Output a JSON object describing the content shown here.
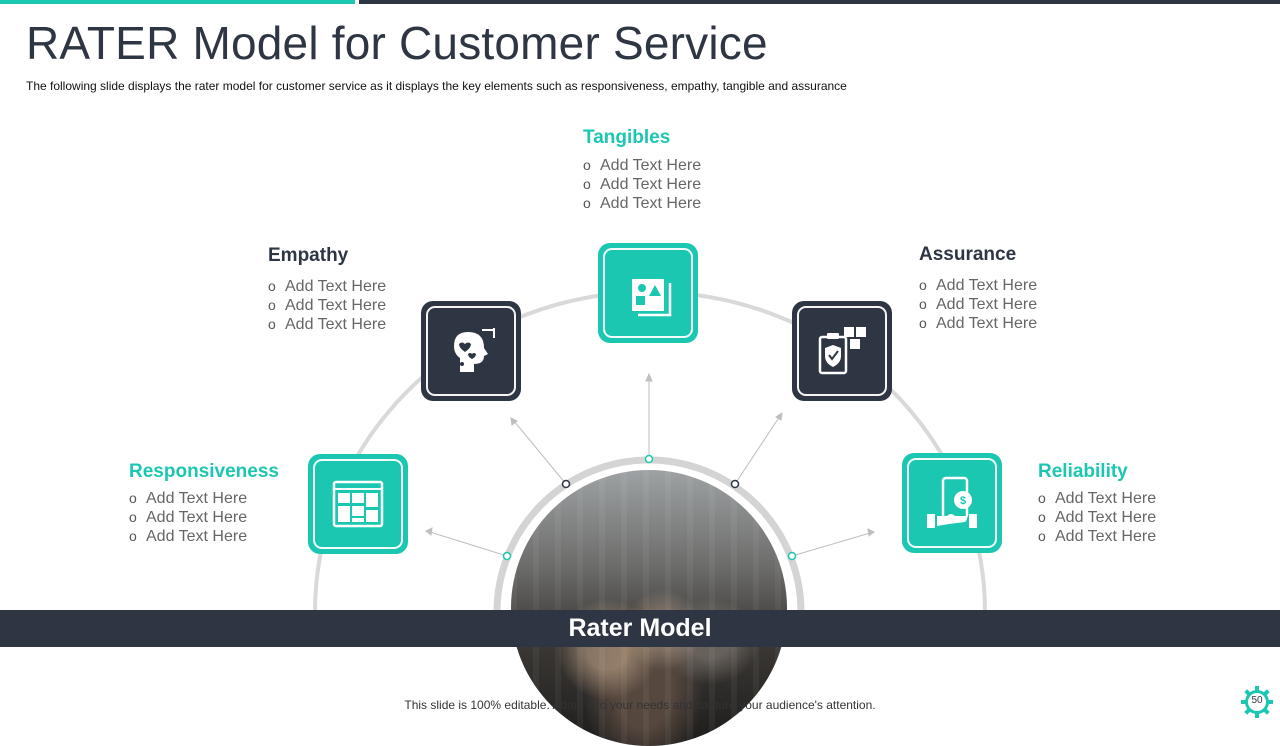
{
  "slide": {
    "title": "RATER Model for Customer Service",
    "subtitle": "The following  slide displays the rater model for customer service  as it displays the key elements such as responsiveness,  empathy, tangible and assurance",
    "center_label": "Rater Model",
    "footer": "This slide is 100% editable. Adapt it to your needs and capture your audience's attention.",
    "page_number": "50"
  },
  "colors": {
    "teal": "#1cc7b1",
    "dark": "#2e3543"
  },
  "elements": [
    {
      "key": "tangibles",
      "heading": "Tangibles",
      "icon": "shapes-icon",
      "bullets": [
        "Add Text Here",
        "Add Text Here",
        "Add Text Here"
      ]
    },
    {
      "key": "empathy",
      "heading": "Empathy",
      "icon": "head-hearts-icon",
      "bullets": [
        "Add Text Here",
        "Add Text Here",
        "Add Text Here"
      ]
    },
    {
      "key": "assurance",
      "heading": "Assurance",
      "icon": "clipboard-shield-icon",
      "bullets": [
        "Add Text Here",
        "Add Text Here",
        "Add Text Here"
      ]
    },
    {
      "key": "responsiveness",
      "heading": "Responsiveness",
      "icon": "web-layout-icon",
      "bullets": [
        "Add Text Here",
        "Add Text Here",
        "Add Text Here"
      ]
    },
    {
      "key": "reliability",
      "heading": "Reliability",
      "icon": "mobile-payment-icon",
      "bullets": [
        "Add Text Here",
        "Add Text Here",
        "Add Text Here"
      ]
    }
  ]
}
